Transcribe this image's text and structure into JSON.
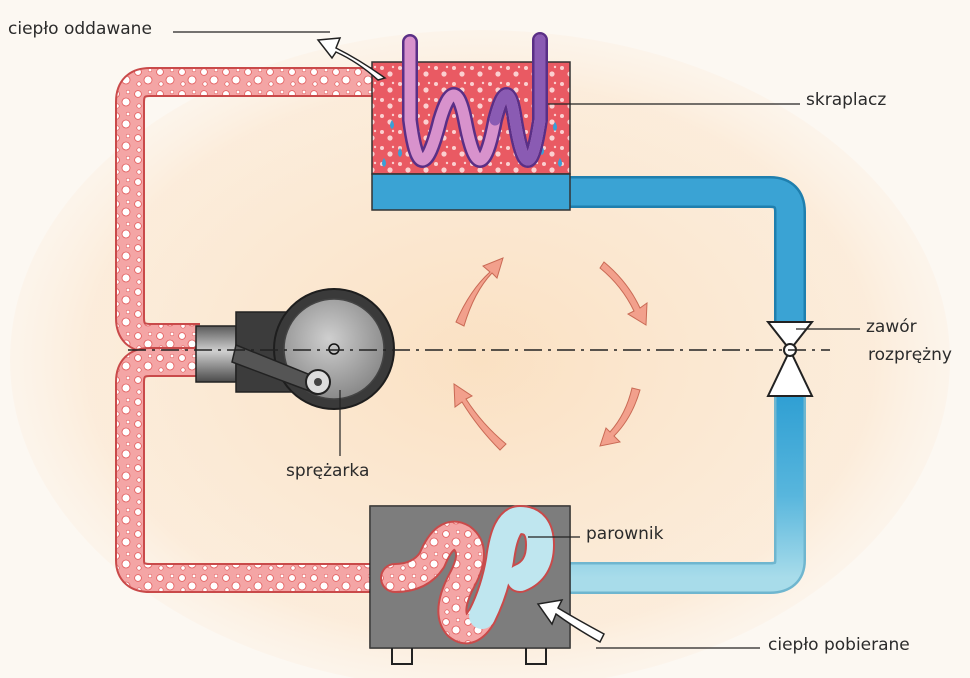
{
  "labels": {
    "heat_out": "ciepło oddawane",
    "condenser": "skraplacz",
    "valve_line1": "zawór",
    "valve_line2": "rozprężny",
    "compressor": "sprężarka",
    "evaporator": "parownik",
    "heat_in": "ciepło pobierane"
  },
  "colors": {
    "hot_pipe": "#f3a3a3",
    "hot_pipe_edge": "#d23b3b",
    "cold_pipe": "#3aa3d4",
    "cold_pipe_light": "#a8dcea",
    "condenser_box": "#e95a63",
    "evaporator_box": "#6b6b6b",
    "coil_purple": "#8a5bb3",
    "coil_pink": "#d892cc",
    "arrow_fill": "#f2a08c",
    "background_wash": "#fad9b3"
  }
}
